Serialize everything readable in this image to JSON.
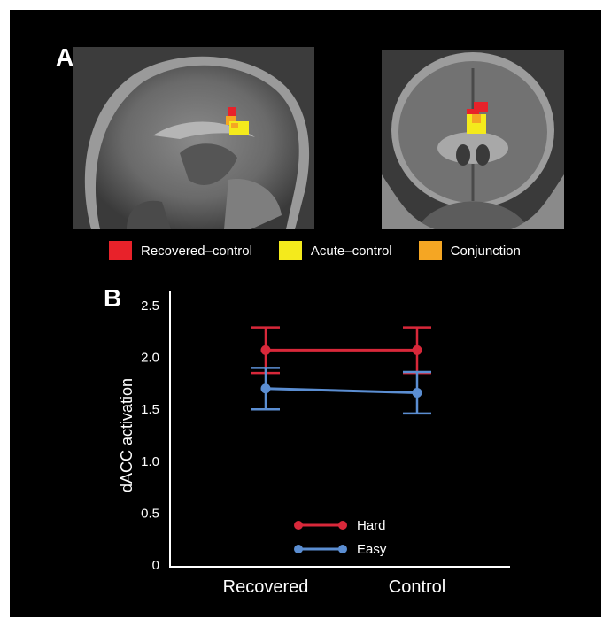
{
  "panel_a": {
    "letter": "A",
    "legend": [
      {
        "label": "Recovered–control",
        "color": "#e8222a"
      },
      {
        "label": "Acute–control",
        "color": "#f4ea1c"
      },
      {
        "label": "Conjunction",
        "color": "#f5a623"
      }
    ]
  },
  "panel_b": {
    "letter": "B"
  },
  "chart_data": {
    "type": "line",
    "categories": [
      "Recovered",
      "Control"
    ],
    "ylabel": "dACC activation",
    "xlabel": "",
    "ylim": [
      0,
      2.5
    ],
    "yticks": [
      "2.5",
      "2.0",
      "1.5",
      "1.0",
      "0.5",
      "0"
    ],
    "series": [
      {
        "name": "Hard",
        "color": "#d8283a",
        "values": [
          2.07,
          2.07
        ],
        "err_low": [
          1.85,
          1.85
        ],
        "err_high": [
          2.29,
          2.29
        ]
      },
      {
        "name": "Easy",
        "color": "#5b8ed2",
        "values": [
          1.7,
          1.66
        ],
        "err_low": [
          1.5,
          1.46
        ],
        "err_high": [
          1.9,
          1.86
        ]
      }
    ],
    "legend_position": "bottom-center",
    "grid": false
  },
  "colors": {
    "background": "#000000",
    "text": "#ffffff",
    "axis": "#ffffff"
  }
}
